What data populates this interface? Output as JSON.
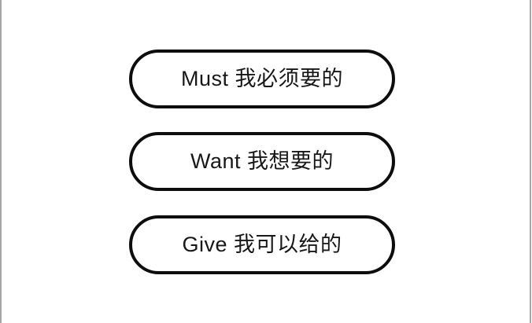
{
  "canvas": {
    "background_color": "#ffffff",
    "edge_line_color": "#a6a6a6"
  },
  "shapes": {
    "style": {
      "type": "stadium",
      "border_color": "#0d0d0d",
      "fill_color": "#ffffff",
      "text_color": "#171717"
    },
    "items": [
      {
        "id": "must",
        "label": "Must 我必须要的"
      },
      {
        "id": "want",
        "label": "Want 我想要的"
      },
      {
        "id": "give",
        "label": "Give 我可以给的"
      }
    ]
  }
}
